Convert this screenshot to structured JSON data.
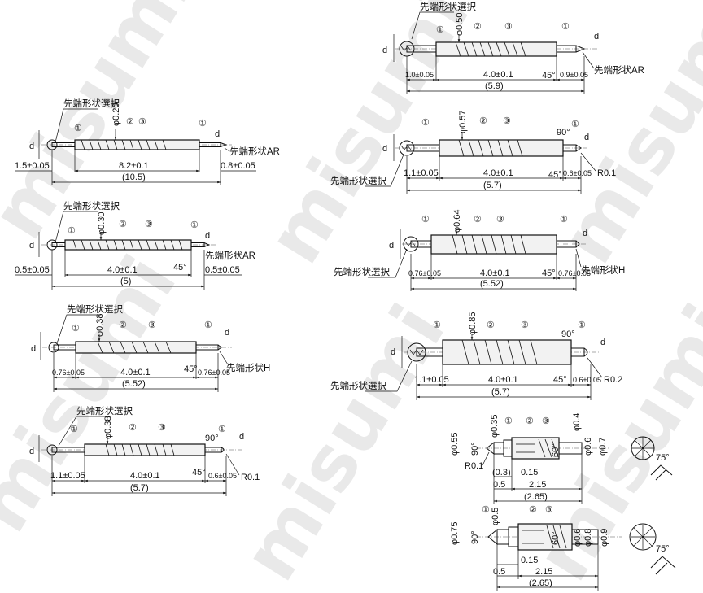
{
  "watermark": "misumi",
  "labels": {
    "select": "先端形状選択",
    "tipAR": "先端形状AR",
    "tipH": "先端形状H",
    "d": "d",
    "n1": "①",
    "n2": "②",
    "n3": "③"
  },
  "diagrams": [
    {
      "id": "p020",
      "dia": "φ0.20",
      "left": "1.5±0.05",
      "mid": "8.2±0.1",
      "right": "0.8±0.05",
      "total": "(10.5)",
      "tip": "tipAR"
    },
    {
      "id": "p030",
      "dia": "φ0.30",
      "left": "0.5±0.05",
      "mid": "4.0±0.1",
      "right": "0.5±0.05",
      "total": "(5)",
      "tip": "tipAR",
      "angle": "45°"
    },
    {
      "id": "p038h",
      "dia": "φ0.38",
      "left": "0.76±0.05",
      "mid": "4.0±0.1",
      "right": "0.76±0.05",
      "total": "(5.52)",
      "tip": "tipH",
      "angle": "45°"
    },
    {
      "id": "p038r",
      "dia": "φ0.38",
      "left": "1.1±0.05",
      "mid": "4.0±0.1",
      "right": "0.6±0.05",
      "total": "(5.7)",
      "angle": "45°",
      "angle2": "90°",
      "radius": "R0.1"
    },
    {
      "id": "p050",
      "dia": "φ0.50",
      "left": "1.0±0.05",
      "mid": "4.0±0.1",
      "right": "0.9±0.05",
      "total": "(5.9)",
      "tip": "tipAR",
      "angle": "45°"
    },
    {
      "id": "p057",
      "dia": "φ0.57",
      "left": "1.1±0.05",
      "mid": "4.0±0.1",
      "right": "0.6±0.05",
      "total": "(5.7)",
      "angle": "45°",
      "angle2": "90°",
      "radius": "R0.1"
    },
    {
      "id": "p064",
      "dia": "φ0.64",
      "left": "0.76±0.05",
      "mid": "4.0±0.1",
      "right": "0.76±0.05",
      "total": "(5.52)",
      "tip": "tipH",
      "angle": "45°"
    },
    {
      "id": "p085",
      "dia": "φ0.85",
      "left": "1.1±0.05",
      "mid": "4.0±0.1",
      "right": "0.6±0.05",
      "total": "(5.7)",
      "angle": "45°",
      "angle2": "90°",
      "radius": "R0.2"
    }
  ],
  "small1": {
    "d1": "φ0.55",
    "d2": "φ0.35",
    "d3": "φ0.4",
    "d4": "φ0.6",
    "d5": "φ0.7",
    "a1": "90°",
    "a2": "60°",
    "a3": "75°",
    "r": "R0.1",
    "dim1": "(0.3)",
    "dim2": "0.15",
    "dim3": "0.5",
    "dim4": "2.15",
    "dim5": "(2.65)"
  },
  "small2": {
    "d1": "φ0.75",
    "d2": "φ0.5",
    "d3": "φ0.6",
    "d4": "φ0.8",
    "d5": "φ0.9",
    "a1": "90°",
    "a2": "60°",
    "a3": "75°",
    "dim2": "0.15",
    "dim3": "0.5",
    "dim4": "2.15",
    "dim5": "(2.65)"
  }
}
